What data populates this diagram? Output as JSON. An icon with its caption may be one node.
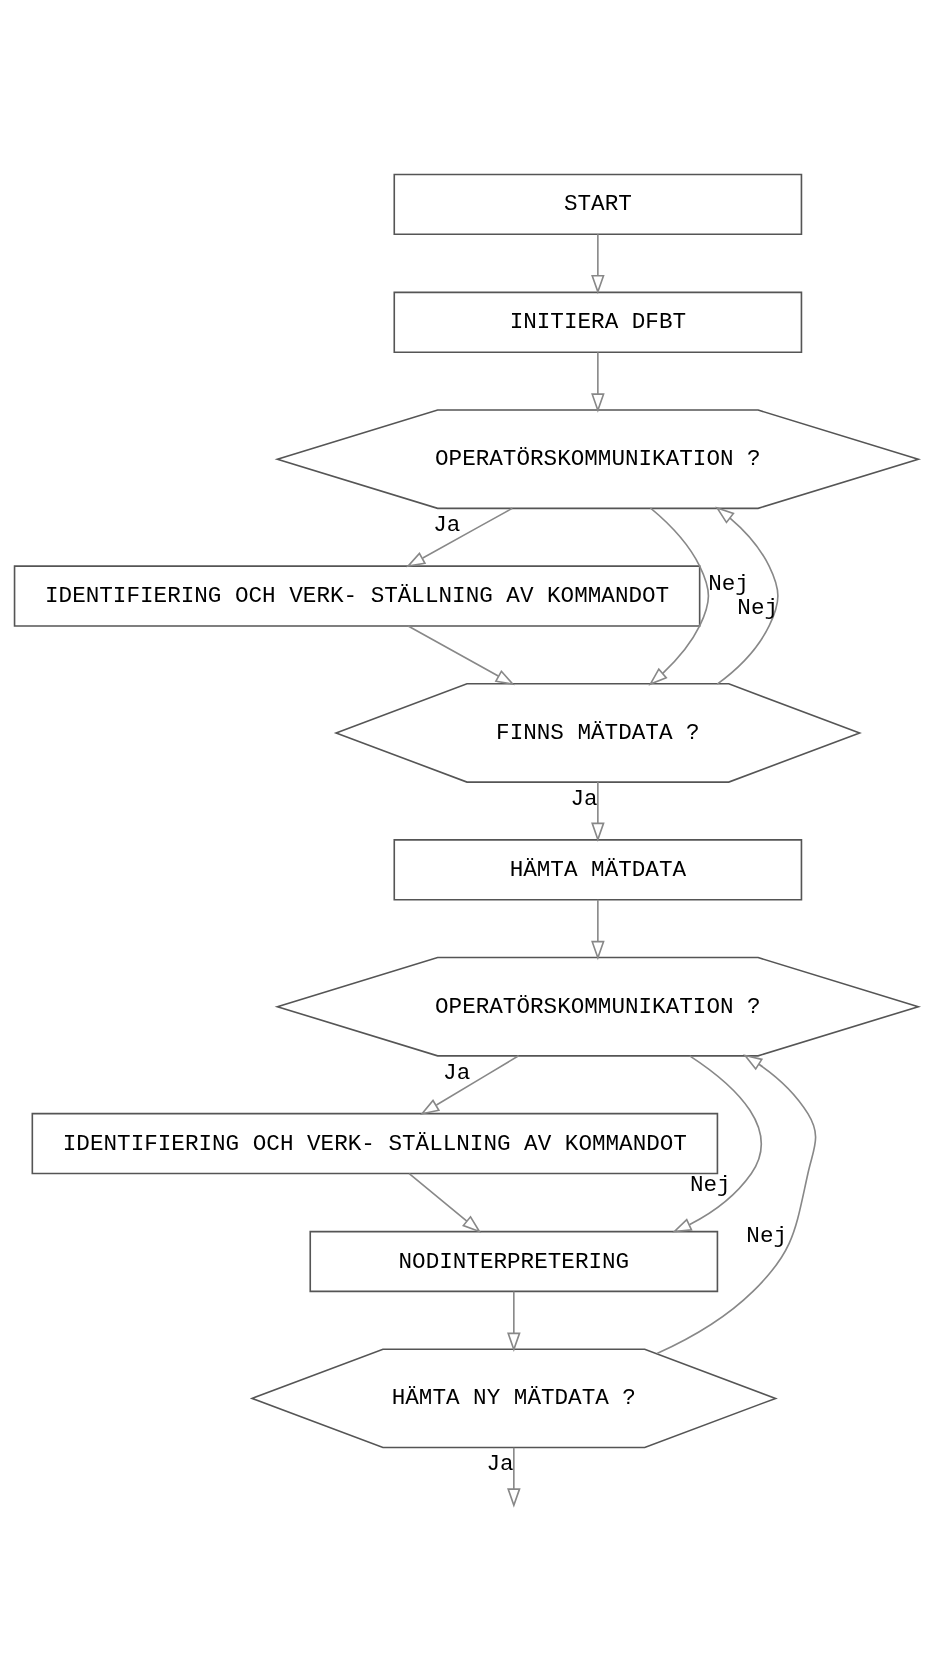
{
  "diagram": {
    "nodes": [
      {
        "text": [
          "START"
        ]
      },
      {
        "text": [
          "INITIERA DFBT"
        ]
      },
      {
        "text": [
          "OPERATÖRSKOMMUNIKATION ?"
        ]
      },
      {
        "text": [
          "IDENTIFIERING OCH VERK- STÄLLNING AV KOMMANDOT"
        ]
      },
      {
        "text": [
          "FINNS MÄTDATA ?"
        ]
      },
      {
        "text": [
          "HÄMTA MÄTDATA"
        ]
      },
      {
        "text": [
          "OPERATÖRSKOMMUNIKATION ?"
        ]
      },
      {
        "text": [
          "IDENTIFIERING OCH VERK- STÄLLNING AV KOMMANDOT"
        ]
      },
      {
        "text": [
          "NODINTERPRETERING"
        ]
      },
      {
        "text": [
          "HÄMTA NY MÄTDATA ?"
        ]
      }
    ],
    "edges": [
      {
        "from": 0,
        "to": 1,
        "arrow": "to"
      },
      {
        "from": 1,
        "to": 2,
        "arrow": "to"
      },
      {
        "from": 2,
        "to": 3,
        "arrow": "to",
        "label": "Ja"
      },
      {
        "from": 2,
        "to": 4,
        "arrow": "to",
        "label": "Nej"
      },
      {
        "from": 3,
        "to": 4,
        "arrow": "to"
      },
      {
        "from": 4,
        "to": 2,
        "arrow": "to",
        "label": "Nej"
      },
      {
        "from": 4,
        "to": 5,
        "arrow": "to",
        "label": "Ja"
      },
      {
        "from": 5,
        "to": 6,
        "arrow": "to"
      },
      {
        "from": 6,
        "to": 7,
        "arrow": "to",
        "label": "Ja"
      },
      {
        "from": 6,
        "to": 8,
        "arrow": "to",
        "label": "Nej"
      },
      {
        "from": 7,
        "to": 8,
        "arrow": "to"
      },
      {
        "from": 8,
        "to": 9,
        "arrow": "to"
      },
      {
        "from": 9,
        "to": 6,
        "arrow": "to",
        "label": "Nej"
      },
      {
        "from": 9,
        "to": null,
        "arrow": "to",
        "label": "Ja"
      }
    ]
  }
}
